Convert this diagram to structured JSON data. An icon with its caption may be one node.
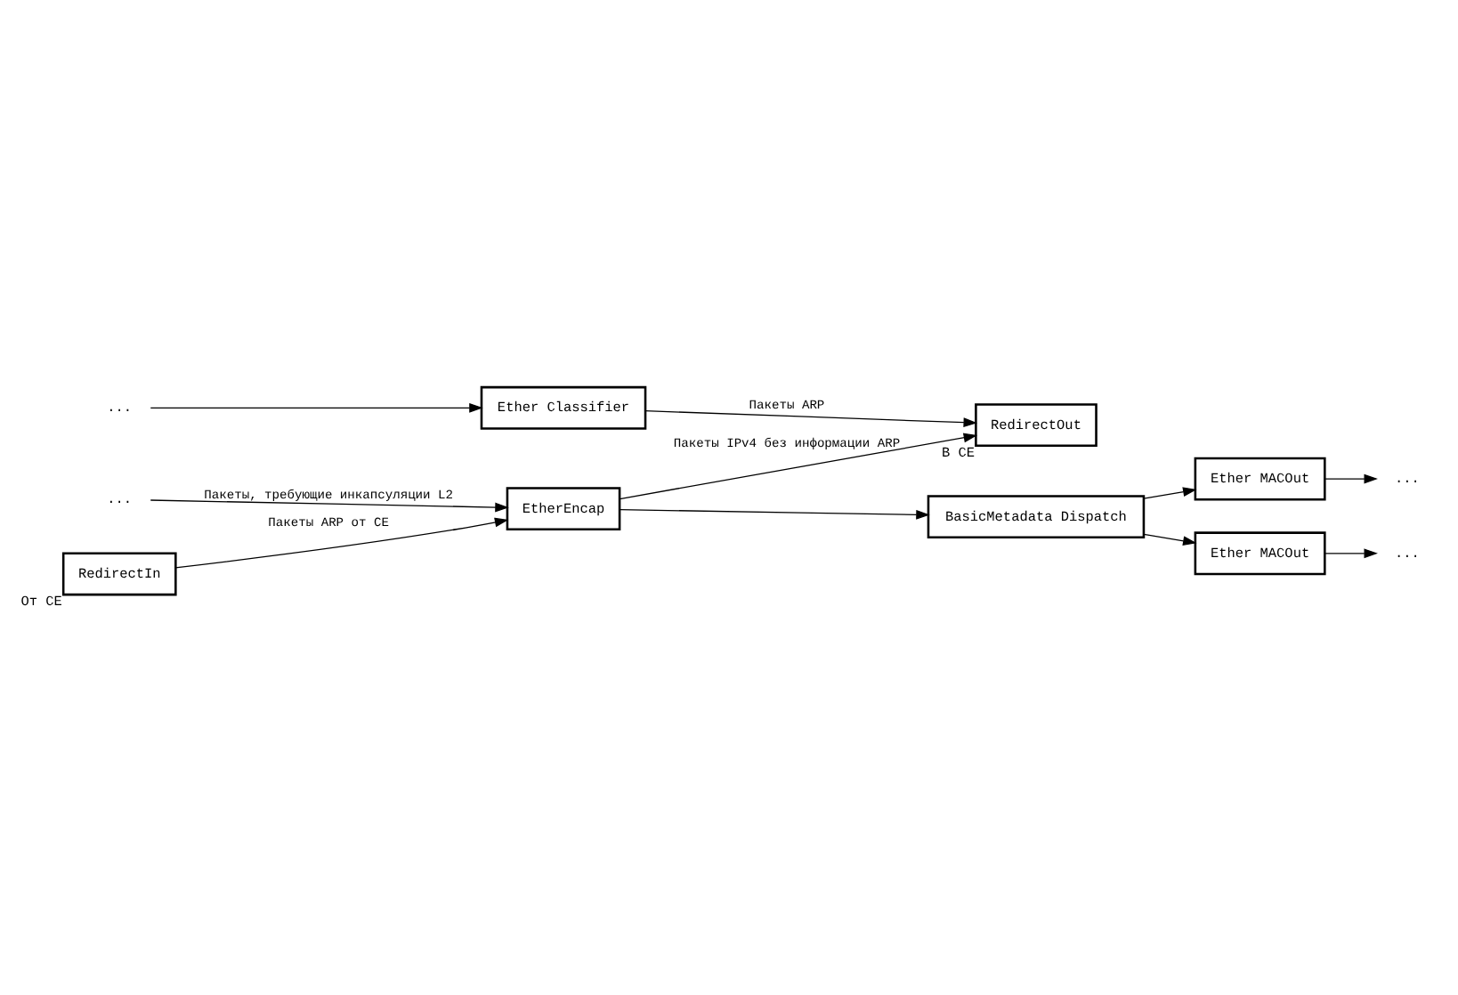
{
  "diagram": {
    "nodes": [
      {
        "text": [
          "..."
        ]
      },
      {
        "text": [
          "Ether Classifier"
        ]
      },
      {
        "text": [
          "RedirectOut"
        ],
        "beside": [
          "В CE"
        ]
      },
      {
        "text": [
          "EtherEncap"
        ]
      },
      {
        "text": [
          "..."
        ]
      },
      {
        "text": [
          "RedirectIn"
        ],
        "beside": [
          "От CE"
        ]
      },
      {
        "text": [
          "BasicMetadata Dispatch"
        ]
      },
      {
        "text": [
          "Ether MACOut"
        ]
      },
      {
        "text": [
          "..."
        ]
      },
      {
        "text": [
          "Ether MACOut"
        ]
      },
      {
        "text": [
          "..."
        ]
      }
    ],
    "edges": [
      {
        "from": 0,
        "to": 1,
        "arrow": "to"
      },
      {
        "from": 1,
        "to": 2,
        "arrow": "to",
        "label": "Пакеты ARP"
      },
      {
        "from": 3,
        "to": 2,
        "arrow": "to",
        "label": "Пакеты IPv4 без информации ARP"
      },
      {
        "from": 4,
        "to": 3,
        "arrow": "to",
        "label": "Пакеты, требующие инкапсуляции L2"
      },
      {
        "from": 5,
        "to": 3,
        "arrow": "to",
        "label": "Пакеты ARP от CE"
      },
      {
        "from": 3,
        "to": 6,
        "arrow": "to"
      },
      {
        "from": 6,
        "to": 7,
        "arrow": "to"
      },
      {
        "from": 7,
        "to": 8,
        "arrow": "to"
      },
      {
        "from": 6,
        "to": 9,
        "arrow": "to"
      },
      {
        "from": 9,
        "to": 10,
        "arrow": "to"
      }
    ]
  }
}
